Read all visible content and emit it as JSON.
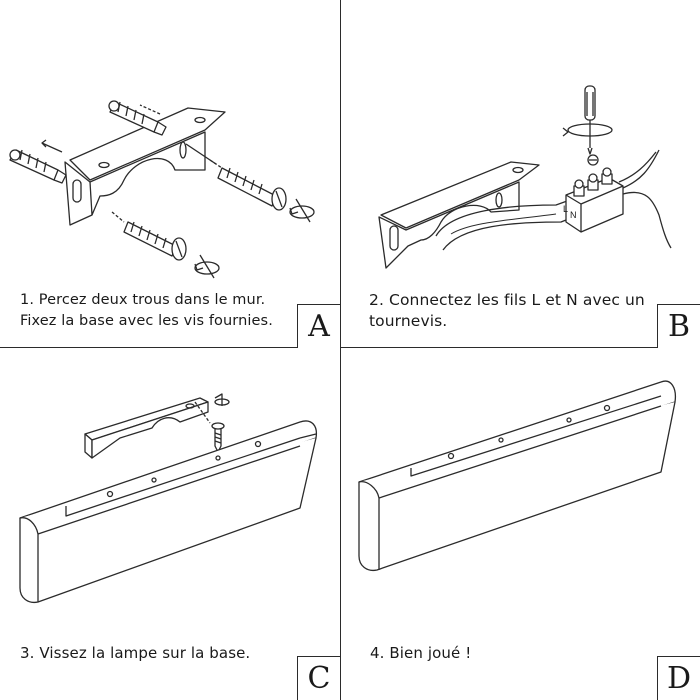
{
  "panels": [
    {
      "id": "A",
      "letter": "A",
      "caption": "1. Percez deux trous dans le mur. Fixez la base avec les vis fournies."
    },
    {
      "id": "B",
      "letter": "B",
      "caption": "2. Connectez les fils L et N avec un tournevis."
    },
    {
      "id": "C",
      "letter": "C",
      "caption": "3. Vissez la lampe sur la base."
    },
    {
      "id": "D",
      "letter": "D",
      "caption": "4. Bien joué !"
    }
  ],
  "terminal_labels": [
    "L",
    "N"
  ],
  "colors": {
    "line": "#2b2b2b",
    "ink": "#1a1a1a",
    "background": "#ffffff"
  }
}
